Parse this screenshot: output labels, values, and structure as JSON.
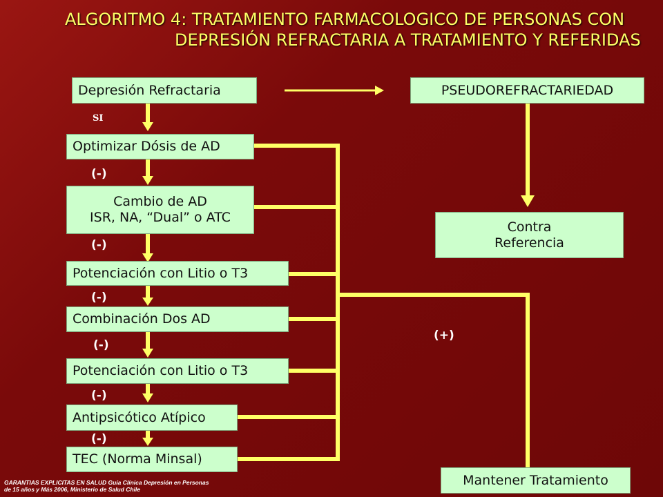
{
  "title": {
    "line1": "ALGORITMO 4: TRATAMIENTO FARMACOLOGICO DE PERSONAS CON",
    "line2": "DEPRESIÓN REFRACTARIA A TRATAMIENTO Y REFERIDAS"
  },
  "nodes": {
    "depresion_refractaria": "Depresión Refractaria",
    "pseudorefractariedad": "PSEUDOREFRACTARIEDAD",
    "optimizar": "Optimizar Dósis de AD",
    "cambio_line1": "Cambio de AD",
    "cambio_line2": "ISR, NA, “Dual” o ATC",
    "potenciacion1": "Potenciación con Litio o T3",
    "combinacion": "Combinación Dos AD",
    "potenciacion2": "Potenciación con Litio o T3",
    "antipsicotico": "Antipsicótico Atípico",
    "tec": "TEC (Norma Minsal)",
    "contra_line1": "Contra",
    "contra_line2": "Referencia",
    "mantener": "Mantener Tratamiento"
  },
  "edge_labels": {
    "si": "SI",
    "neg1": "(-)",
    "neg2": "(-)",
    "neg3": "(-)",
    "neg4": "(-)",
    "neg5": "(-)",
    "neg6": "(-)",
    "pos": "(+)"
  },
  "footer": {
    "line1": "GARANTIAS EXPLICITAS EN SALUD Guía Clínica Depresión en Personas",
    "line2": "de 15 años y Más 2006, Ministerio de Salud Chile"
  },
  "colors": {
    "background": "#7a0a0a",
    "box_fill": "#ccffcc",
    "arrow": "#ffff66",
    "title": "#ffff66"
  }
}
